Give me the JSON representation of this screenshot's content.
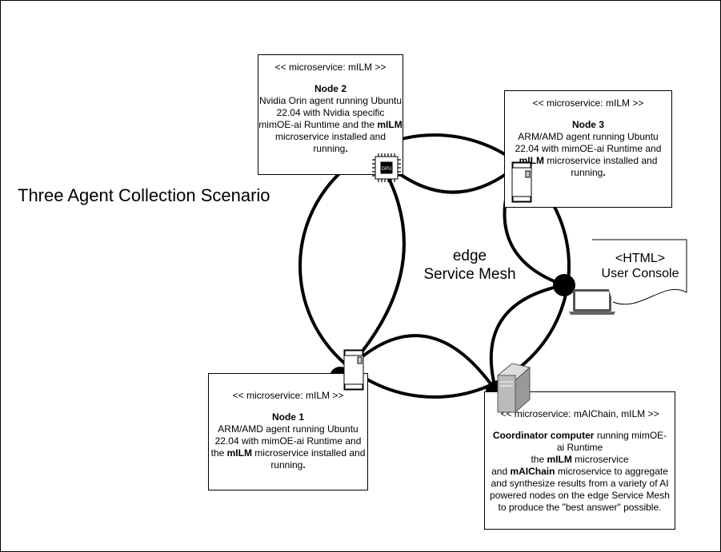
{
  "title": "Three Agent Collection Scenario",
  "mesh": {
    "line1": "edge",
    "line2": "Service Mesh"
  },
  "console": {
    "line1": "<HTML>",
    "line2": "User Console",
    "icon": "laptop-icon"
  },
  "nodes": {
    "node2": {
      "stereotype": "<< microservice: mILM >>",
      "name": "Node 2",
      "text1": "Nvidia Orin agent running Ubuntu 22.04 with Nvidia specific mimOE-ai Runtime and the ",
      "bold1": "mILM",
      "text2": " microservice installed and running",
      "end": ".",
      "icon": "gpu-chip-icon"
    },
    "node3": {
      "stereotype": "<< microservice: mILM >>",
      "name": "Node 3",
      "text1": "ARM/AMD agent running Ubuntu 22.04 with mimOE-ai Runtime and ",
      "bold1": "mILM",
      "text2": " microservice installed and running",
      "end": ".",
      "icon": "board-icon"
    },
    "node1": {
      "stereotype": "<< microservice: mILM >>",
      "name": "Node 1",
      "text1": "ARM/AMD agent running Ubuntu 22.04 with mimOE-ai Runtime and",
      "text2": "the ",
      "bold1": "mILM",
      "text3": " microservice installed and running",
      "end": ".",
      "icon": "board-icon"
    },
    "coordinator": {
      "stereotype": "<< microservice: mAIChain, mILM >>",
      "name": "Coordinator computer",
      "text1": " running mimOE-ai Runtime",
      "text2": "the ",
      "bold1": "mILM",
      "text3": " microservice",
      "text4": "and ",
      "bold2": "mAIChain",
      "text5": " microservice to aggregate and synthesize results from a variety of AI powered nodes on the edge Service Mesh to produce the \"best answer\" possible.",
      "icon": "server-tower-icon"
    }
  }
}
